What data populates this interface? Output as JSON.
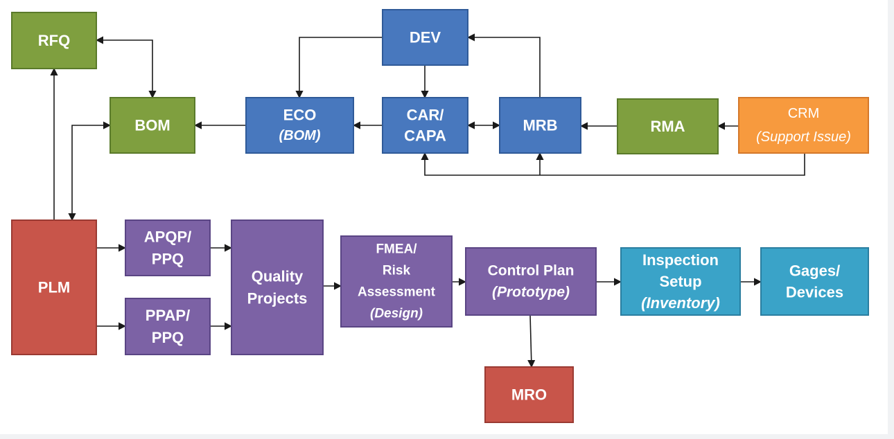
{
  "colors": {
    "green": "#7f9f3f",
    "green_border": "#5a7a2a",
    "blue": "#4878be",
    "blue_border": "#2f5a98",
    "orange": "#f79a3e",
    "orange_border": "#d4782a",
    "red": "#c8554a",
    "red_border": "#9a3a32",
    "purple": "#7c62a5",
    "purple_border": "#5a4584",
    "teal": "#3aa3c8",
    "teal_border": "#2a7ea0",
    "edge": "#1a1a1a",
    "background": "#ffffff"
  },
  "nodes": {
    "rfq": {
      "lines": [
        "RFQ"
      ],
      "color": "green"
    },
    "bom": {
      "lines": [
        "BOM"
      ],
      "color": "green"
    },
    "dev": {
      "lines": [
        "DEV"
      ],
      "color": "blue"
    },
    "eco": {
      "lines": [
        "ECO",
        "(BOM)"
      ],
      "color": "blue"
    },
    "car": {
      "lines": [
        "CAR/",
        "CAPA"
      ],
      "color": "blue"
    },
    "mrb": {
      "lines": [
        "MRB"
      ],
      "color": "blue"
    },
    "rma": {
      "lines": [
        "RMA"
      ],
      "color": "green"
    },
    "crm": {
      "lines": [
        "CRM",
        "(Support Issue)"
      ],
      "color": "orange"
    },
    "plm": {
      "lines": [
        "PLM"
      ],
      "color": "red"
    },
    "apqp": {
      "lines": [
        "APQP/",
        "PPQ"
      ],
      "color": "purple"
    },
    "ppap": {
      "lines": [
        "PPAP/",
        "PPQ"
      ],
      "color": "purple"
    },
    "quality": {
      "lines": [
        "Quality",
        "Projects"
      ],
      "color": "purple"
    },
    "fmea": {
      "lines": [
        "FMEA/",
        "Risk",
        "Assessment",
        "(Design)"
      ],
      "color": "purple"
    },
    "control": {
      "lines": [
        "Control Plan",
        "(Prototype)"
      ],
      "color": "purple"
    },
    "inspection": {
      "lines": [
        "Inspection",
        "Setup",
        "(Inventory)"
      ],
      "color": "teal"
    },
    "gages": {
      "lines": [
        "Gages/",
        "Devices"
      ],
      "color": "teal"
    },
    "mro": {
      "lines": [
        "MRO"
      ],
      "color": "red"
    }
  },
  "edges": [
    {
      "from": "bom",
      "to": "rfq",
      "bidirectional": true
    },
    {
      "from": "plm",
      "to": "rfq",
      "bidirectional": false
    },
    {
      "from": "bom",
      "to": "plm",
      "bidirectional": true
    },
    {
      "from": "eco",
      "to": "bom",
      "bidirectional": false
    },
    {
      "from": "dev",
      "to": "eco",
      "bidirectional": false
    },
    {
      "from": "dev",
      "to": "car",
      "bidirectional": false
    },
    {
      "from": "mrb",
      "to": "dev",
      "bidirectional": false
    },
    {
      "from": "car",
      "to": "eco",
      "bidirectional": false
    },
    {
      "from": "car",
      "to": "mrb",
      "bidirectional": true
    },
    {
      "from": "rma",
      "to": "mrb",
      "bidirectional": false
    },
    {
      "from": "crm",
      "to": "rma",
      "bidirectional": false
    },
    {
      "from": "crm",
      "to": "car",
      "bidirectional": false
    },
    {
      "from": "crm",
      "to": "mrb",
      "bidirectional": false
    },
    {
      "from": "plm",
      "to": "apqp",
      "bidirectional": false
    },
    {
      "from": "plm",
      "to": "ppap",
      "bidirectional": false
    },
    {
      "from": "apqp",
      "to": "quality",
      "bidirectional": false
    },
    {
      "from": "ppap",
      "to": "quality",
      "bidirectional": false
    },
    {
      "from": "quality",
      "to": "fmea",
      "bidirectional": false
    },
    {
      "from": "fmea",
      "to": "control",
      "bidirectional": false
    },
    {
      "from": "control",
      "to": "inspection",
      "bidirectional": false
    },
    {
      "from": "inspection",
      "to": "gages",
      "bidirectional": false
    },
    {
      "from": "control",
      "to": "mro",
      "bidirectional": false
    }
  ]
}
